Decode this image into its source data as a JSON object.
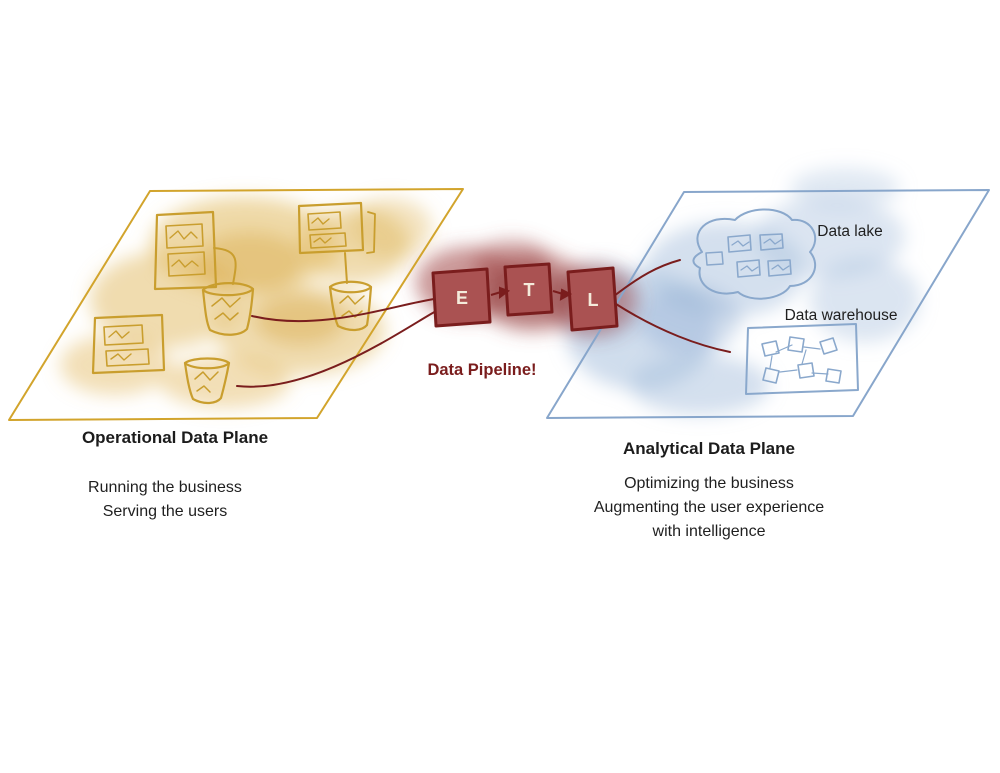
{
  "diagram": {
    "operational": {
      "title": "Operational Data Plane",
      "line1": "Running the business",
      "line2": "Serving the users"
    },
    "analytical": {
      "title": "Analytical Data Plane",
      "line1": "Optimizing the business",
      "line2": "Augmenting the user experience",
      "line3": "with intelligence",
      "data_lake_label": "Data lake",
      "data_warehouse_label": "Data warehouse"
    },
    "pipeline": {
      "label": "Data Pipeline!",
      "etl_e": "E",
      "etl_t": "T",
      "etl_l": "L"
    },
    "colors": {
      "operational_stroke": "#d2a42c",
      "operational_wash": "#e2b95f",
      "analytical_stroke": "#88a6cb",
      "analytical_wash": "#a9c1de",
      "pipeline_dark": "#7a1d1d",
      "pipeline_box_fill": "#aa5252",
      "pipeline_wash": "#a65252"
    }
  }
}
